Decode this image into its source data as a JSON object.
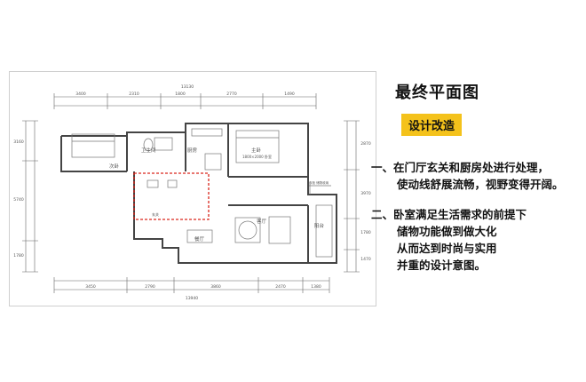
{
  "title": "最终平面图",
  "badge": "设计改造",
  "notes": [
    "一、在门厅玄关和厨房处进行处理，",
    "使动线舒展流畅，视野变得开阔。",
    "二、卧室满足生活需求的前提下",
    "储物功能做到做大化",
    "从而达到时尚与实用",
    "并重的设计意图。"
  ],
  "plan": {
    "rooms": {
      "bedroom2": "次卧",
      "bathroom": "卫生间",
      "kitchen": "厨房",
      "master": "主卧",
      "master_note": "1800×2000 卧室",
      "living": "客厅",
      "dining": "餐厅",
      "balcony": "阳台",
      "entry": "玄关",
      "wardrobe": "衣柜 储物收纳"
    },
    "dims_top": [
      "3400",
      "2310",
      "1800",
      "2770",
      "1490"
    ],
    "dims_top_total": "13130",
    "dims_bottom": [
      "3450",
      "2790",
      "3860",
      "2470",
      "1380"
    ],
    "dims_bottom_total": "13940",
    "dims_left": [
      "3160",
      "5740",
      "1780"
    ],
    "dims_right": [
      "2870",
      "3970",
      "1780",
      "1470"
    ],
    "highlight_color": "#d9261c"
  }
}
